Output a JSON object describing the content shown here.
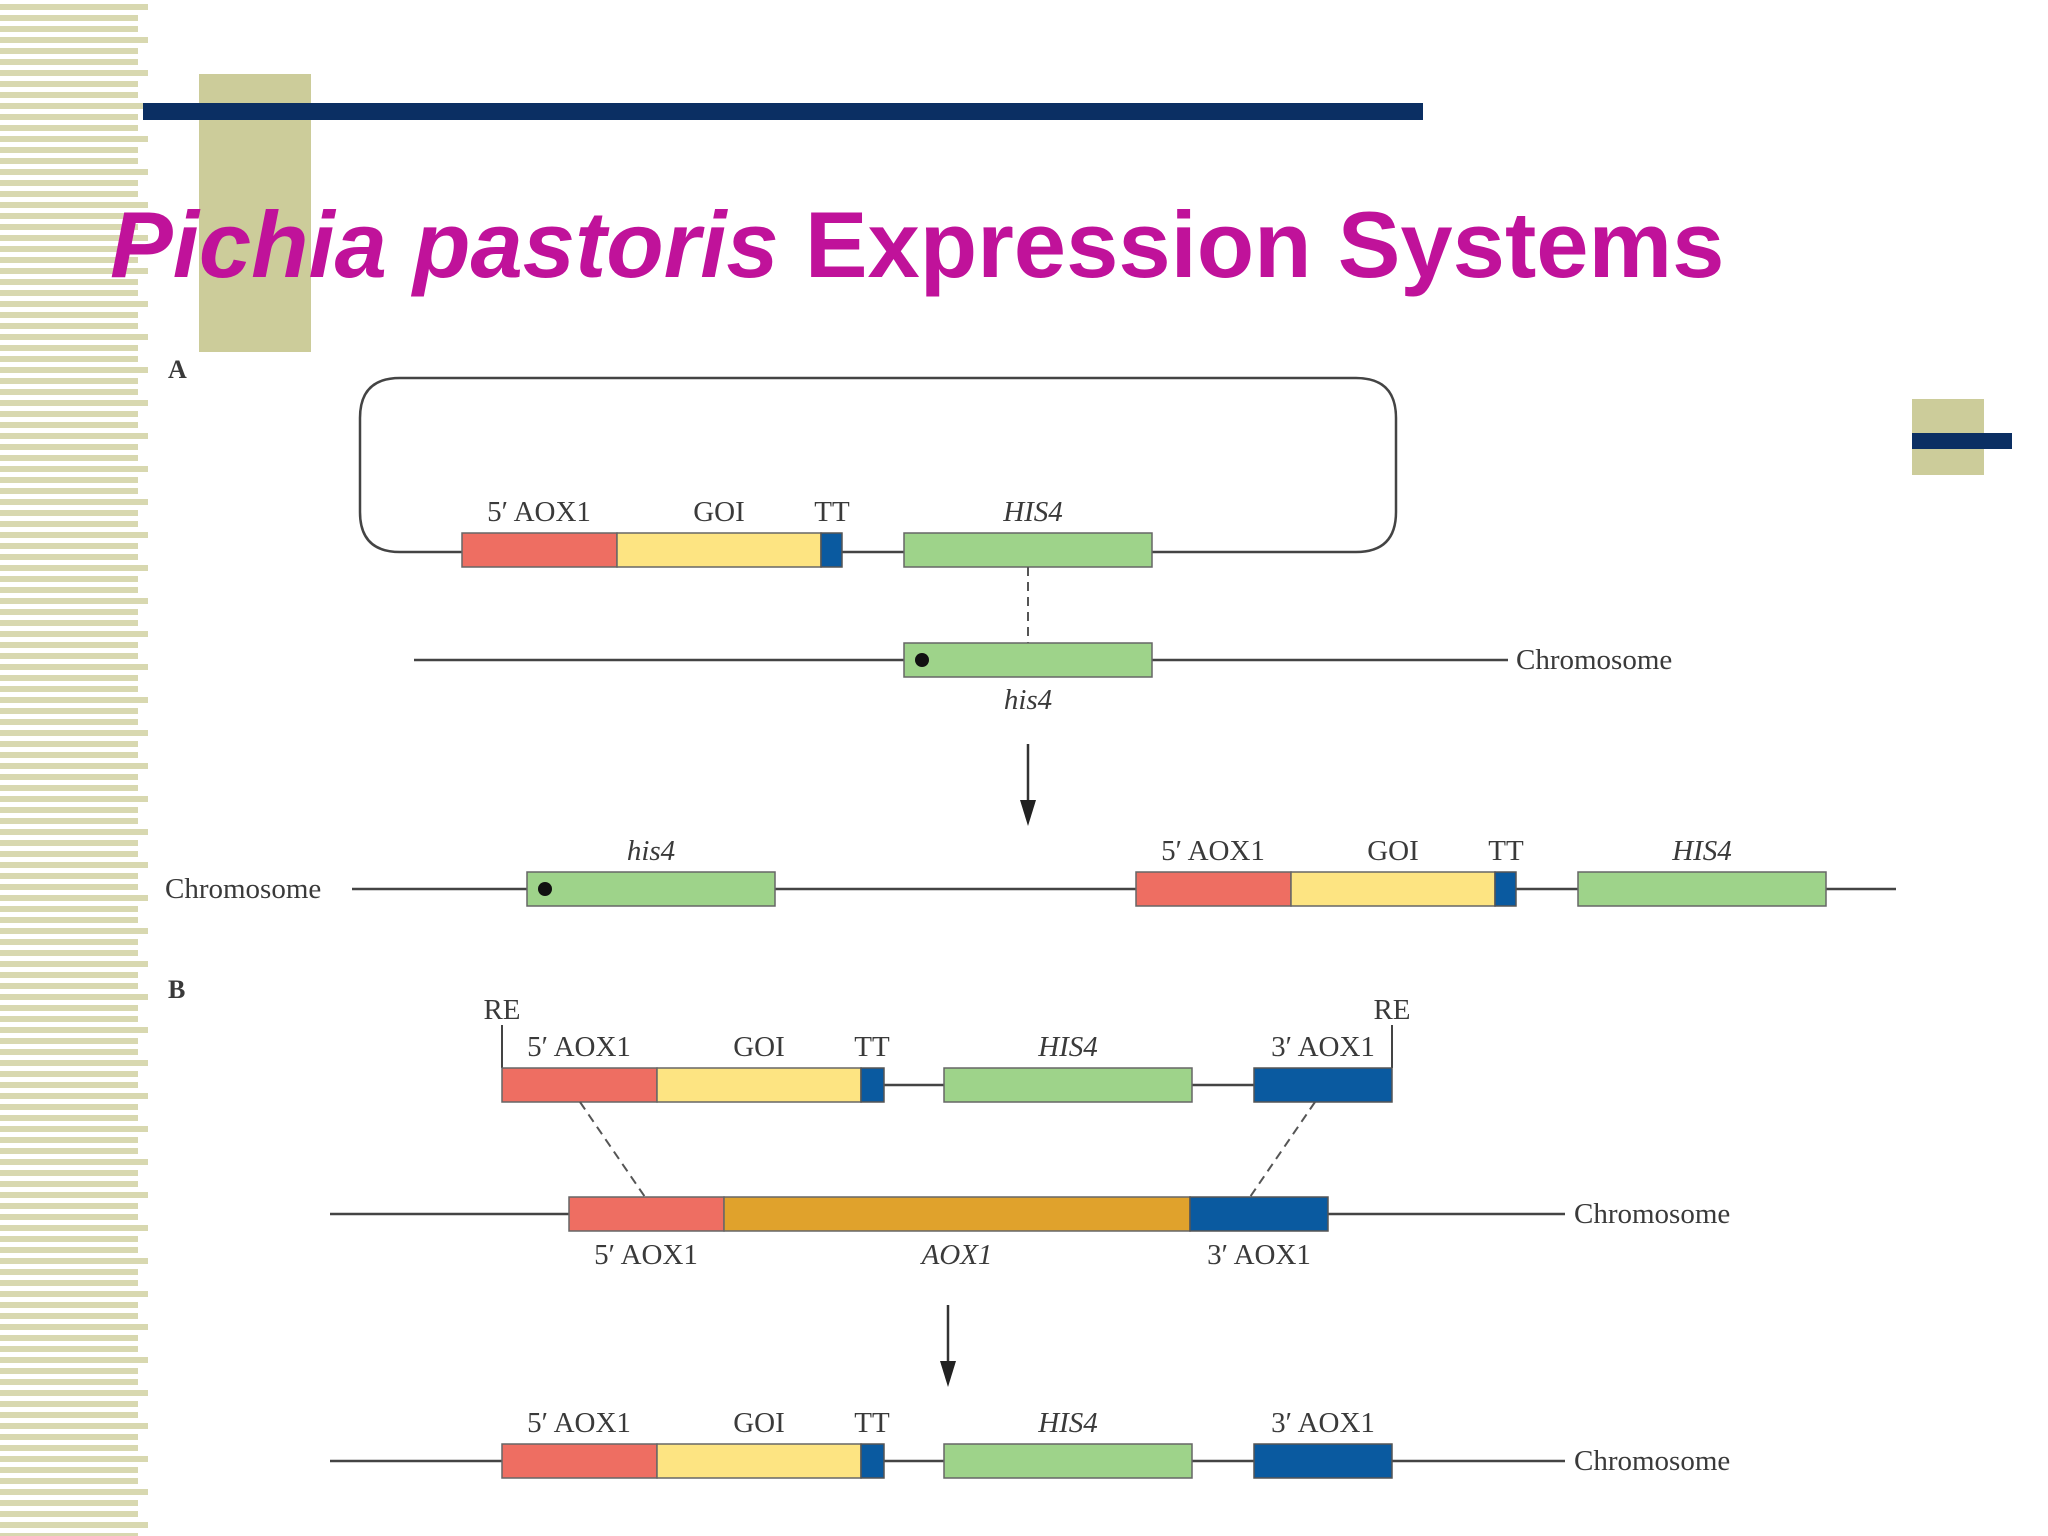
{
  "slide": {
    "title_italic": "Pichia pastoris",
    "title_rest": " Expression Systems"
  },
  "colors": {
    "title": "#c0129a",
    "rule": "#0b2f63",
    "accent": "#cccc9a",
    "promoter_5_aox1": "#ee6e62",
    "goi": "#fde482",
    "tt": "#0a5aa0",
    "his4": "#9ed38a",
    "aox1": "#e0a22c",
    "aox1_3prime": "#0a5aa0"
  },
  "panel_a": {
    "label": "A",
    "plasmid": {
      "aox1_5": "5′ AOX1",
      "goi": "GOI",
      "tt": "TT",
      "his4": "HIS4"
    },
    "chromosome": {
      "gene": "his4",
      "label": "Chromosome"
    },
    "result": {
      "label": "Chromosome",
      "his4": "his4",
      "aox1_5": "5′ AOX1",
      "goi": "GOI",
      "tt": "TT",
      "his4_new": "HIS4"
    }
  },
  "panel_b": {
    "label": "B",
    "cassette": {
      "re_left": "RE",
      "re_right": "RE",
      "aox1_5": "5′ AOX1",
      "goi": "GOI",
      "tt": "TT",
      "his4": "HIS4",
      "aox1_3": "3′ AOX1"
    },
    "chromosome": {
      "aox1_5": "5′ AOX1",
      "aox1": "AOX1",
      "aox1_3": "3′ AOX1",
      "label": "Chromosome"
    },
    "result": {
      "aox1_5": "5′ AOX1",
      "goi": "GOI",
      "tt": "TT",
      "his4": "HIS4",
      "aox1_3": "3′ AOX1",
      "label": "Chromosome"
    }
  }
}
